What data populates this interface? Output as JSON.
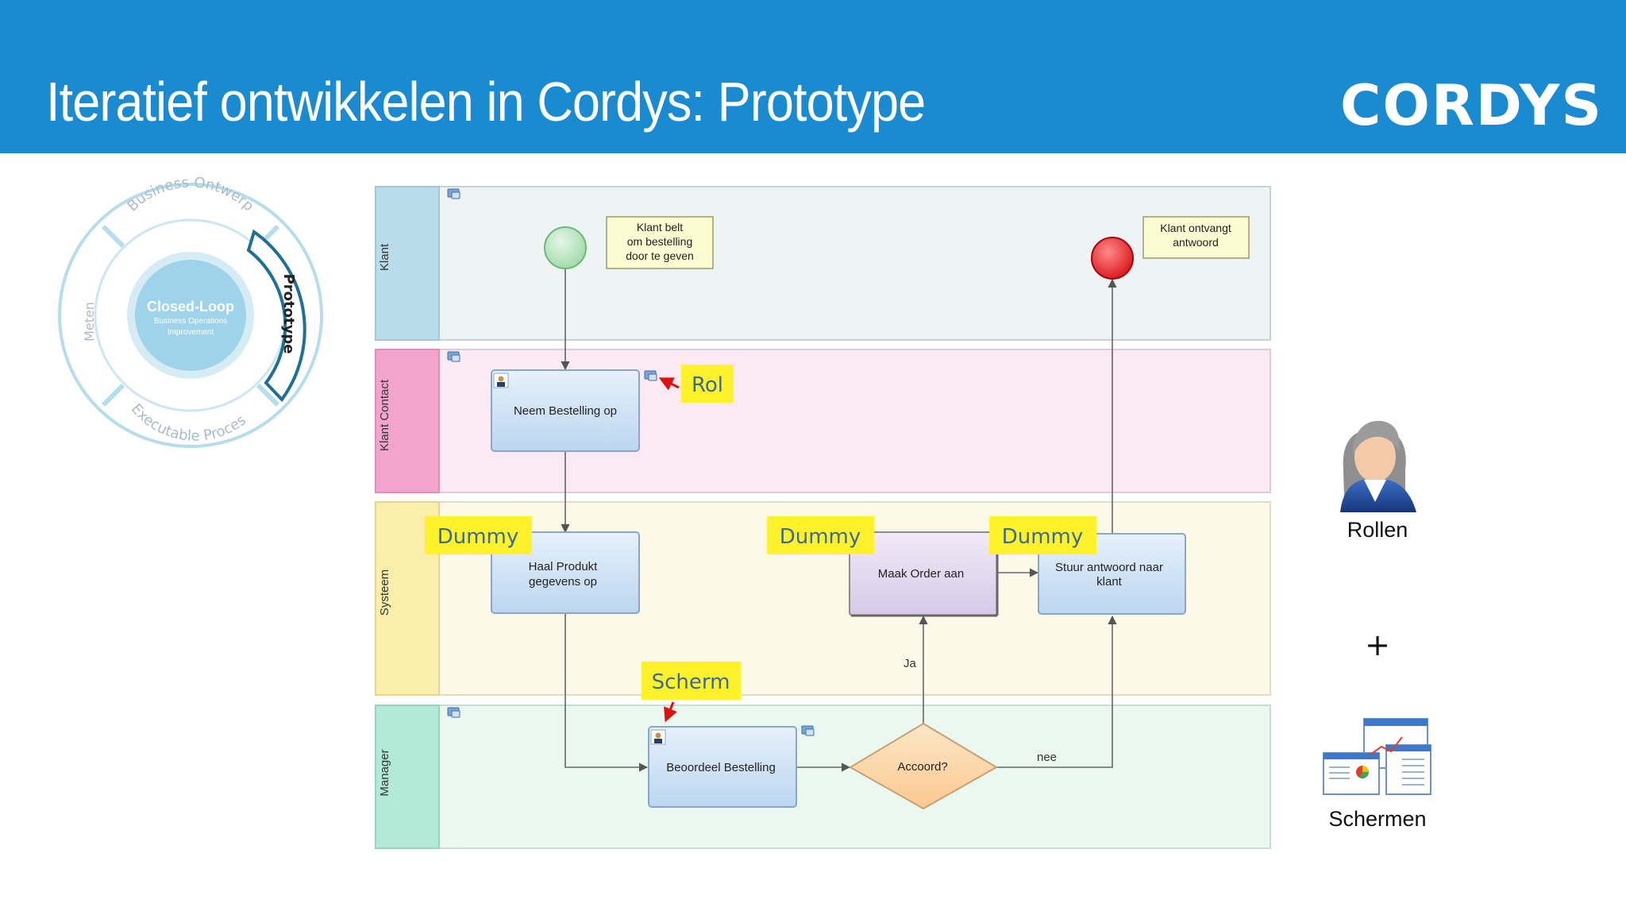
{
  "header": {
    "title": "Iteratief ontwikkelen in Cordys: Prototype",
    "brand": "CORDYS"
  },
  "cycle": {
    "center_title": "Closed-Loop",
    "center_sub1": "Business Operations",
    "center_sub2": "Improvement",
    "segment_top": "Business Ontwerp",
    "segment_right": "Prototype",
    "segment_bottom": "Executable Proces",
    "segment_left": "Meten",
    "colors": {
      "ring": "#6fb7d4",
      "center": "#9fd3ea",
      "active": "#1f6f96"
    }
  },
  "lanes": [
    {
      "label": "Klant",
      "color": "#b9dcea",
      "bg": "#eef3f4"
    },
    {
      "label": "Klant Contact",
      "color": "#f3a4cc",
      "bg": "#fbe9f3"
    },
    {
      "label": "Systeem",
      "color": "#fbeeaa",
      "bg": "#fdf9e8"
    },
    {
      "label": "Manager",
      "color": "#b3ead7",
      "bg": "#eaf8f0"
    }
  ],
  "nodes": {
    "note_start": [
      "Klant belt",
      "om bestelling",
      "door te geven"
    ],
    "note_end": [
      "Klant ontvangt",
      "antwoord"
    ],
    "task_neem": "Neem Bestelling op",
    "task_haal": [
      "Haal Produkt",
      "gegevens op"
    ],
    "task_maak": "Maak Order aan",
    "task_stuur": [
      "Stuur antwoord naar",
      "klant"
    ],
    "task_beoordeel": "Beoordeel Bestelling",
    "gateway": "Accoord?",
    "edge_ja": "Ja",
    "edge_nee": "nee"
  },
  "callouts": {
    "rol": "Rol",
    "dummy1": "Dummy",
    "dummy2": "Dummy",
    "dummy3": "Dummy",
    "scherm": "Scherm",
    "color": "#fff22a"
  },
  "sidebar": {
    "rollen_label": "Rollen",
    "plus": "+",
    "schermen_label": "Schermen",
    "person_icon": "person-icon",
    "screens_icon": "screens-icon"
  }
}
